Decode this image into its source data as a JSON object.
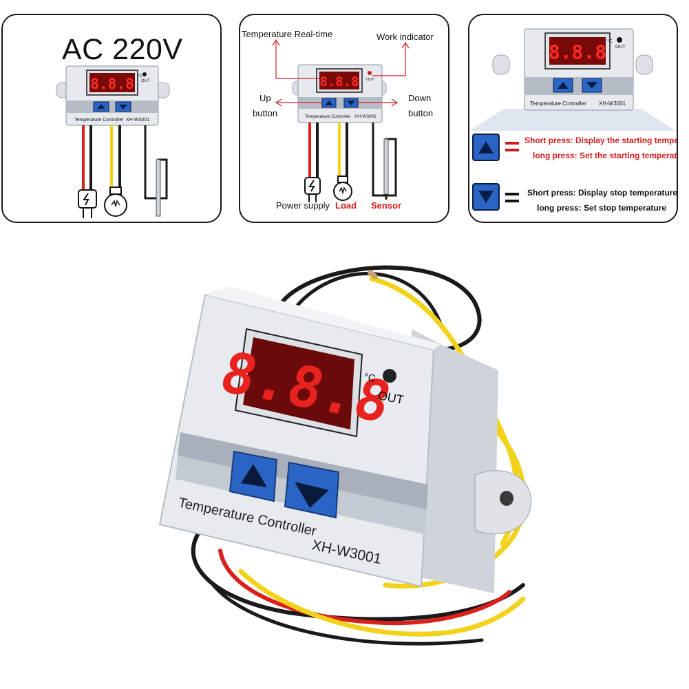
{
  "panel_wiring": {
    "supply_label": "AC 220V",
    "device": {
      "display": "8.8.8",
      "unit": "°C",
      "out_label": "OUT",
      "label": "Temperature Controller",
      "model": "XH-W3001"
    }
  },
  "panel_callouts": {
    "temperature_label": "Temperature Real-time",
    "work_indicator_label": "Work indicator",
    "up_label_line1": "Up",
    "up_label_line2": "button",
    "down_label_line1": "Down",
    "down_label_line2": "button",
    "power_label": "Power supply",
    "load_label": "Load",
    "sensor_label": "Sensor"
  },
  "panel_instructions": {
    "up_short": "Short press: Display the starting temperature,",
    "up_long": "long press: Set the starting temperature",
    "down_short": "Short press: Display stop temperature.",
    "down_long": "long press: Set stop temperature"
  },
  "photo": {
    "display": "8.8.8",
    "unit": "°C",
    "out_label": "OUT",
    "label": "Temperature Controller",
    "model": "XH-W3001"
  },
  "colors": {
    "display_red": "#e8231f",
    "display_bg": "#6a0a0a",
    "button_blue": "#2a65c6",
    "housing": "#e4e8ee",
    "wire_red": "#d9201c",
    "wire_yellow": "#f2d21a",
    "wire_black": "#1a1a1a",
    "accent_red": "#d41c1c"
  },
  "icons": [
    "plug-icon",
    "bulb-icon",
    "arrow-up-icon",
    "arrow-down-icon",
    "equals-icon"
  ]
}
